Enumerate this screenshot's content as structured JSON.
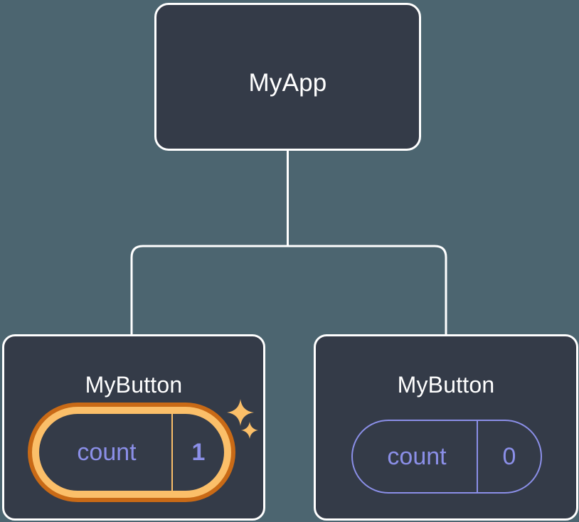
{
  "diagram": {
    "type": "component-tree",
    "title": "React component tree with local state",
    "background_color": "#4c6570",
    "node_fill_color": "#343b48",
    "node_border_color": "#ffffff",
    "edge_color": "#ffffff",
    "state_text_color": "#8b8fe8",
    "highlight_inner_color": "#fbbf69",
    "highlight_outer_color": "#c96a16",
    "sparkle_color": "#fbbf69"
  },
  "nodes": {
    "root": {
      "label": "MyApp"
    },
    "children": [
      {
        "label": "MyButton",
        "state": {
          "key": "count",
          "value": "1",
          "highlighted": true
        },
        "sparkles": [
          {
            "name": "sparkle-large"
          },
          {
            "name": "sparkle-small"
          }
        ]
      },
      {
        "label": "MyButton",
        "state": {
          "key": "count",
          "value": "0",
          "highlighted": false
        }
      }
    ]
  },
  "edges": [
    {
      "from": "MyApp",
      "to": "MyButton (left)"
    },
    {
      "from": "MyApp",
      "to": "MyButton (right)"
    }
  ]
}
